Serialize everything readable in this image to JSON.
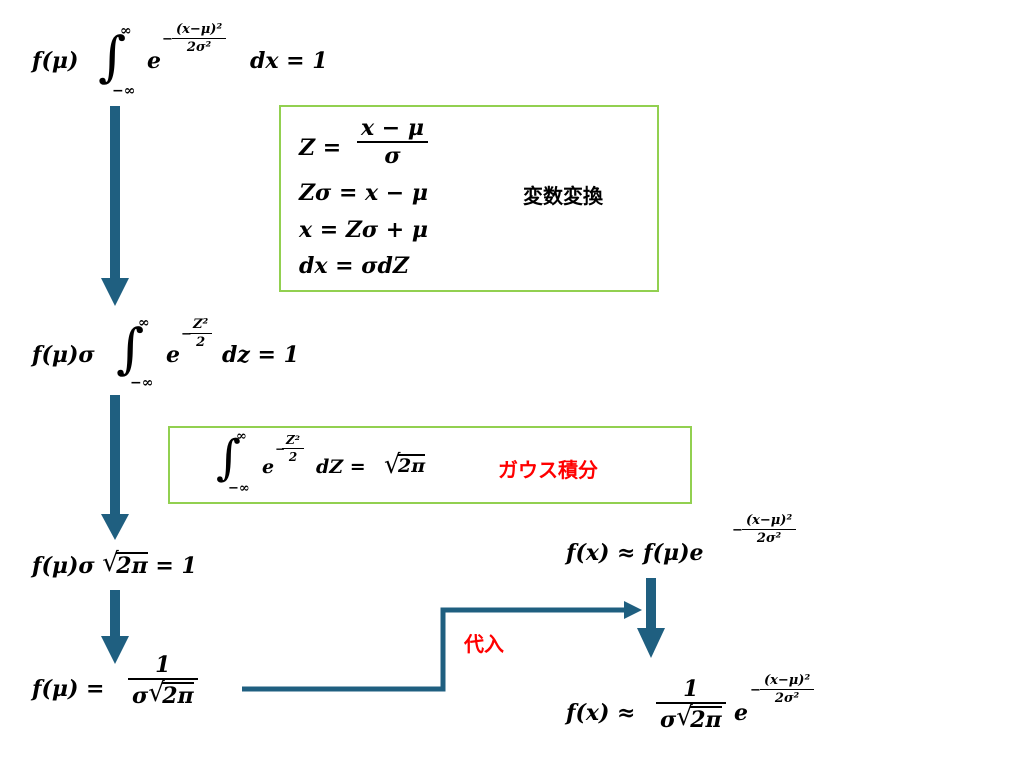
{
  "equations": {
    "eq1": {
      "lhs": "f(μ)",
      "integral_upper": "∞",
      "integral_lower": "−∞",
      "base": "e",
      "exp_sign": "−",
      "exp_num": "(x−μ)²",
      "exp_den": "2σ²",
      "rhs": "dx = 1"
    },
    "eq2": {
      "lhs": "f(μ)σ",
      "integral_upper": "∞",
      "integral_lower": "−∞",
      "base": "e",
      "exp_sign": "−",
      "exp_num": "Z²",
      "exp_den": "2",
      "rhs": "dz = 1"
    },
    "eq3": {
      "text": "f(μ)σ",
      "sqrt": "2π",
      "rhs": "= 1"
    },
    "eq4": {
      "lhs": "f(μ) =",
      "num": "1",
      "den_prefix": "σ",
      "den_sqrt": "2π"
    },
    "eq5": {
      "lhs": "f(x) ≈ f(μ)e",
      "exp_sign": "−",
      "exp_num": "(x−μ)²",
      "exp_den": "2σ²"
    },
    "eq6": {
      "lhs": "f(x) ≈",
      "num": "1",
      "den_prefix": "σ",
      "den_sqrt": "2π",
      "base": "e",
      "exp_sign": "−",
      "exp_num": "(x−μ)²",
      "exp_den": "2σ²"
    }
  },
  "substitution_box": {
    "line1_lhs": "Z  =",
    "line1_num": "x  − μ",
    "line1_den": "σ",
    "line2": "Zσ  = x  − μ",
    "line3": "x  = Zσ   + μ",
    "line4": "dx  = σdZ",
    "label": "変数変換"
  },
  "gauss_box": {
    "integral_upper": "∞",
    "integral_lower": "−∞",
    "base": "e",
    "exp_sign": "−",
    "exp_num": "Z²",
    "exp_den": "2",
    "mid": "dZ =",
    "sqrt": "2π",
    "label": "ガウス積分"
  },
  "substitute_label": "代入",
  "colors": {
    "arrow": "#1f5f80",
    "box_border": "#92d050",
    "label_red": "#ff0000"
  }
}
